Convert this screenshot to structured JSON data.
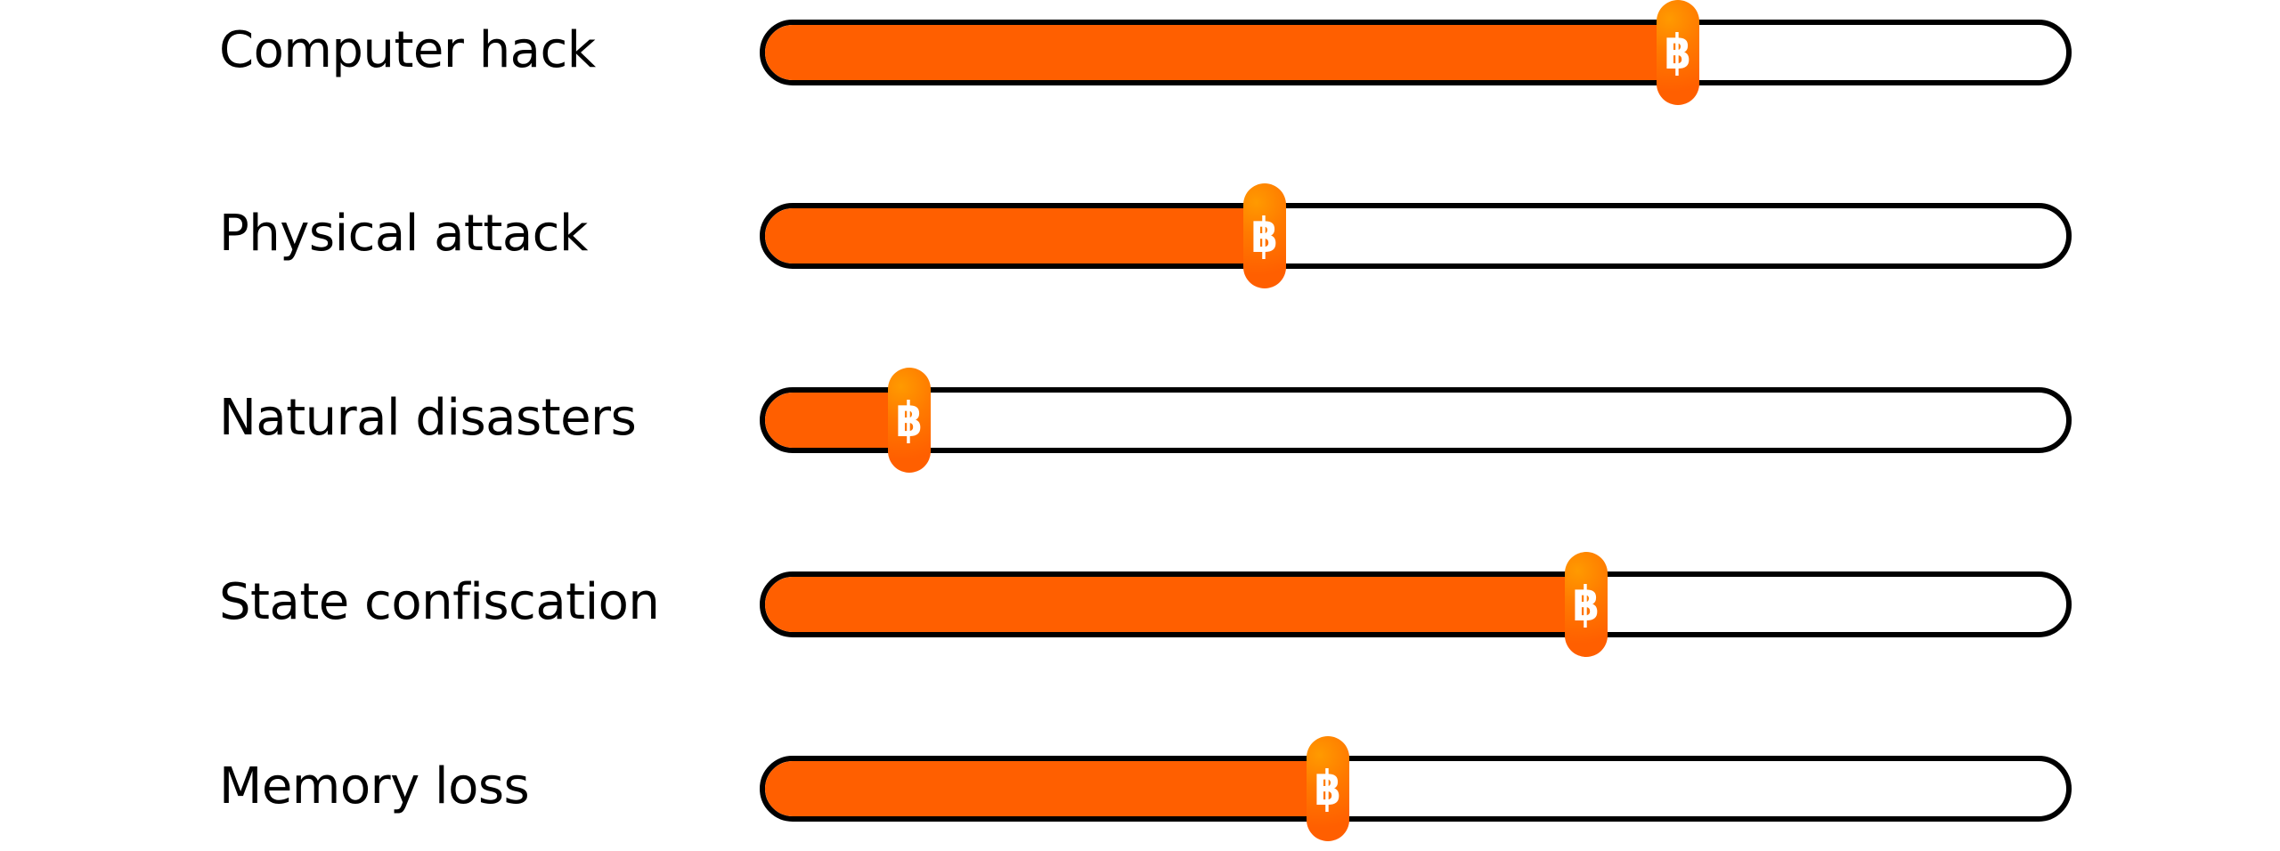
{
  "colors": {
    "fill": "#ff5f00",
    "thumb": "#ff7a00",
    "track_border": "#000000"
  },
  "thumb_icon": {
    "name": "bitcoin-icon",
    "glyph": "฿"
  },
  "sliders": [
    {
      "label": "Computer hack",
      "value": 0.7
    },
    {
      "label": "Physical attack",
      "value": 0.385
    },
    {
      "label": "Natural disasters",
      "value": 0.114
    },
    {
      "label": "State confiscation",
      "value": 0.63
    },
    {
      "label": "Memory loss",
      "value": 0.433
    }
  ]
}
